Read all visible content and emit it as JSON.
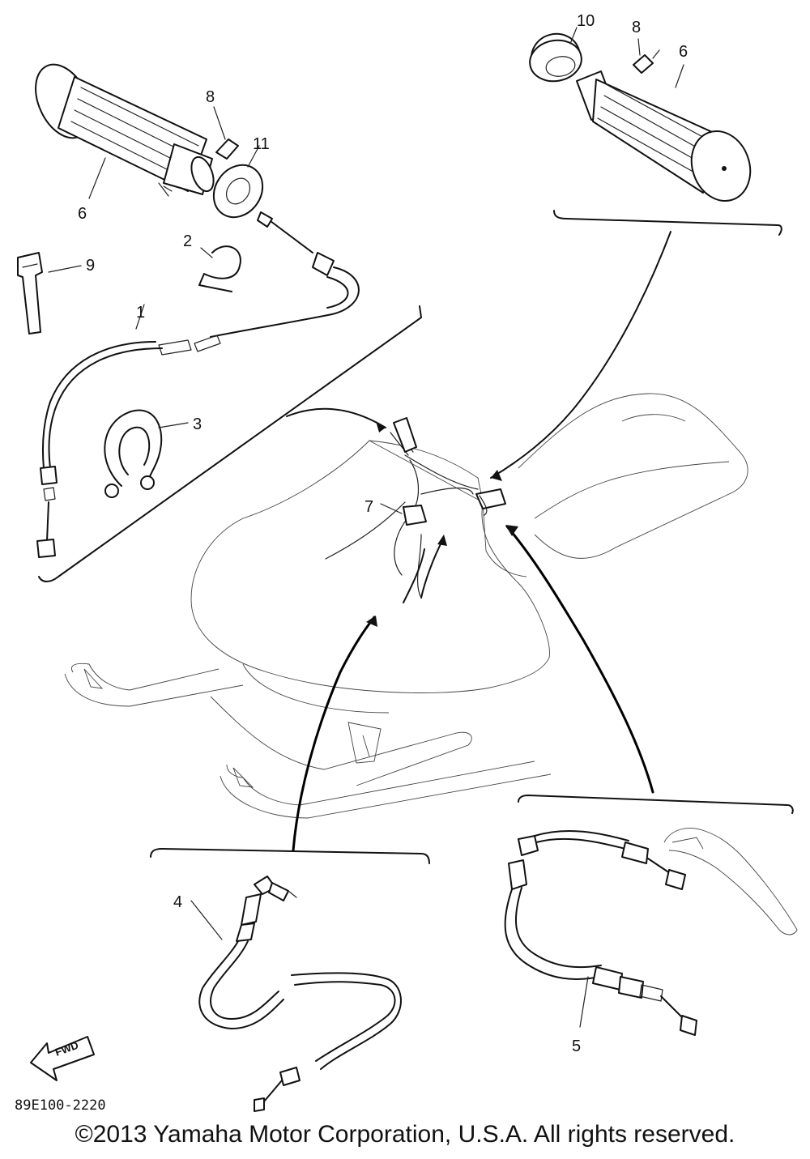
{
  "diagram": {
    "part_labels": [
      "1",
      "2",
      "3",
      "4",
      "5",
      "6",
      "6",
      "7",
      "8",
      "8",
      "9",
      "10",
      "11"
    ],
    "fwd_label": "FWD",
    "drawing_code": "89E100-2220"
  },
  "footer": {
    "copyright": "©2013 Yamaha Motor Corporation, U.S.A. All rights reserved."
  }
}
